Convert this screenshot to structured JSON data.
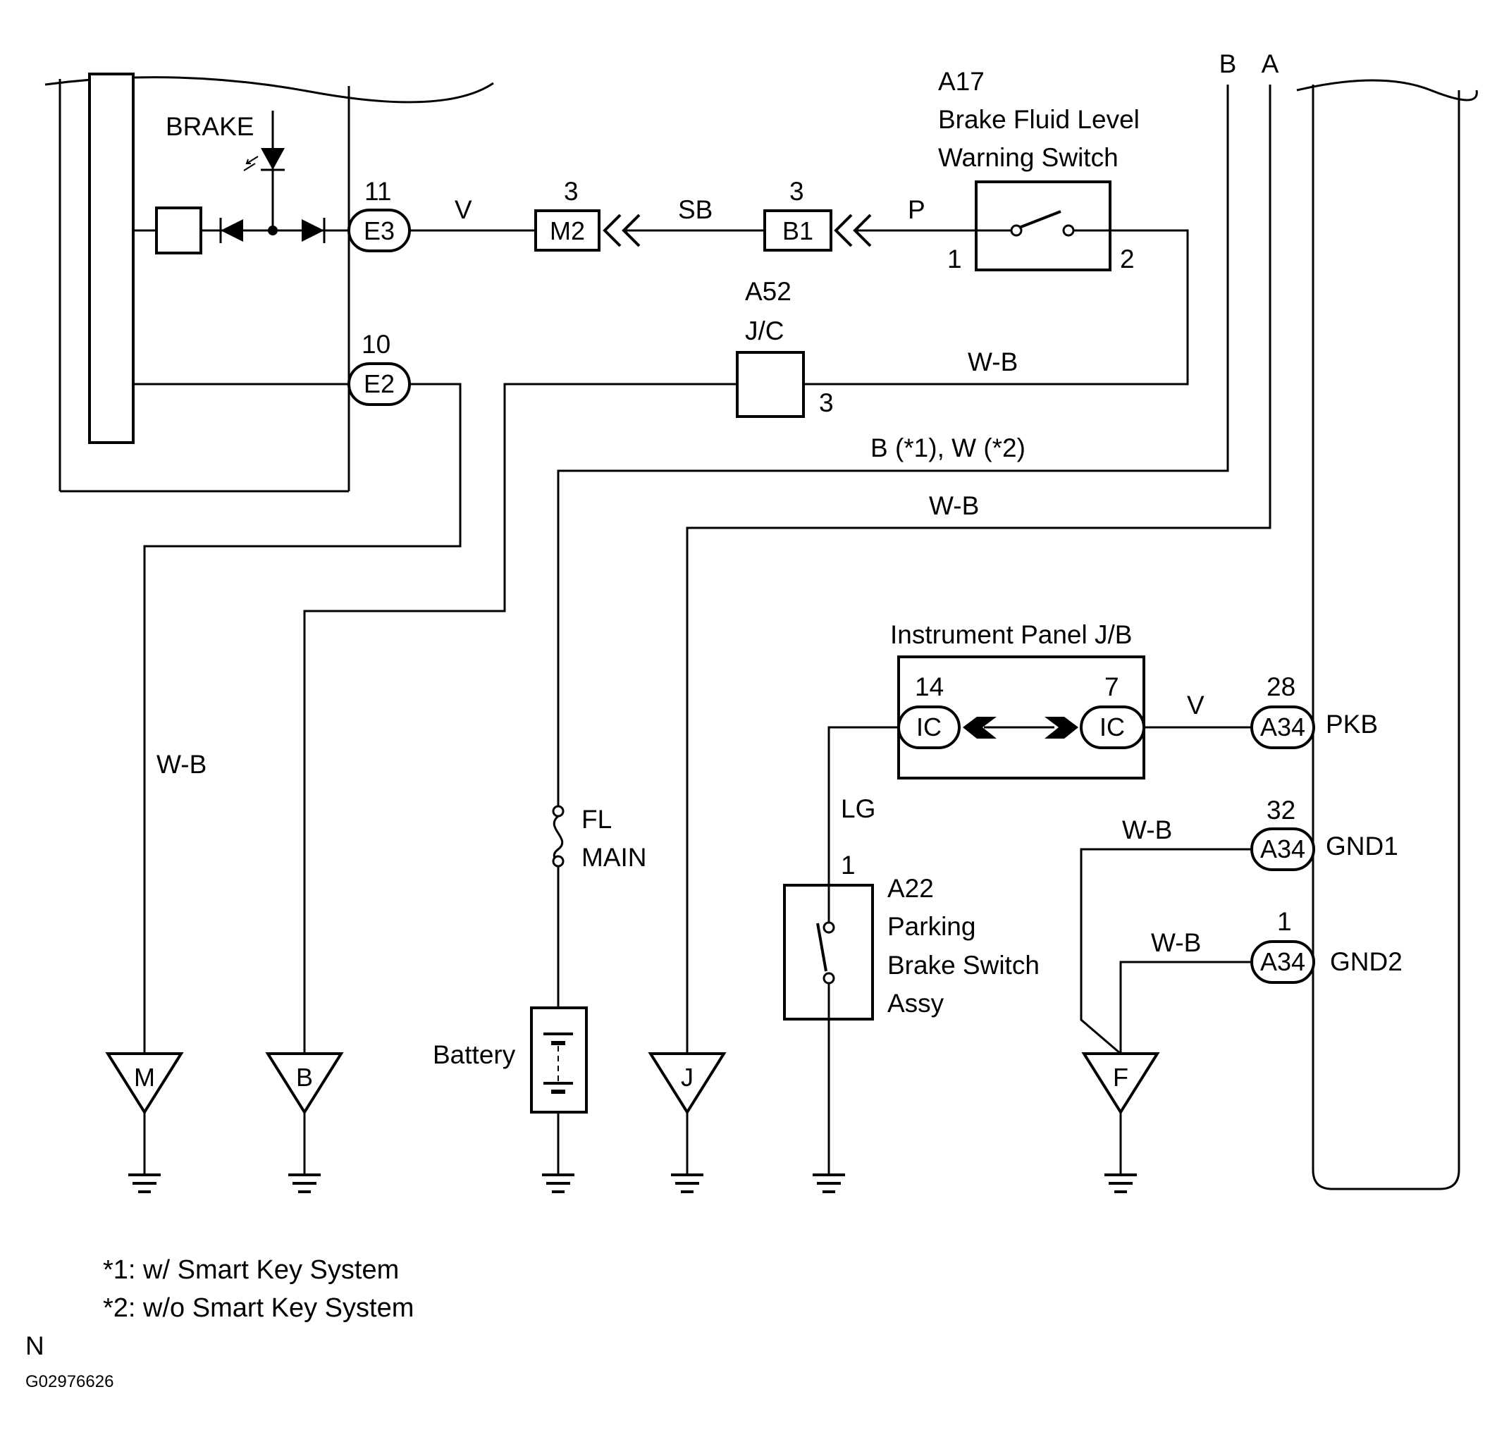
{
  "combination_meter": {
    "brake_lamp_label": "BRAKE",
    "conn_e3": "E3",
    "pin_e3": "11",
    "conn_e2": "E2",
    "pin_e2": "10"
  },
  "wires": {
    "e3_to_m2": "V",
    "m2_to_b1": "SB",
    "b1_to_switch": "P",
    "switch_return": "W-B",
    "b_line": "B (*1), W (*2)",
    "a_line": "W-B",
    "ground_m": "W-B",
    "jb_to_pkb": "V",
    "parking_switch_wire": "LG",
    "gnd1_wire": "W-B",
    "gnd2_wire": "W-B"
  },
  "connectors": {
    "m2": {
      "label": "M2",
      "pin": "3"
    },
    "b1": {
      "label": "B1",
      "pin": "3"
    }
  },
  "brake_fluid_switch": {
    "code": "A17",
    "name_line1": "Brake Fluid Level",
    "name_line2": "Warning Switch",
    "pin_left": "1",
    "pin_right": "2"
  },
  "junction_connector": {
    "code": "A52",
    "name": "J/C",
    "pin": "3"
  },
  "page_links": [
    "B",
    "A"
  ],
  "instrument_panel_jb": {
    "name": "Instrument Panel J/B",
    "left_pin": "14",
    "left_conn": "IC",
    "right_pin": "7",
    "right_conn": "IC"
  },
  "ecu_terminals": [
    {
      "pin": "28",
      "conn": "A34",
      "name": "PKB"
    },
    {
      "pin": "32",
      "conn": "A34",
      "name": "GND1"
    },
    {
      "pin": "1",
      "conn": "A34",
      "name": "GND2"
    }
  ],
  "fuse": {
    "line1": "FL",
    "line2": "MAIN"
  },
  "battery_label": "Battery",
  "parking_brake_switch": {
    "pin": "1",
    "code": "A22",
    "line1": "Parking",
    "line2": "Brake Switch",
    "line3": "Assy"
  },
  "grounds": [
    "M",
    "B",
    "J",
    "F"
  ],
  "notes": [
    "*1: w/ Smart Key System",
    "*2: w/o Smart Key System"
  ],
  "footer_letter": "N",
  "figure_code": "G02976626"
}
